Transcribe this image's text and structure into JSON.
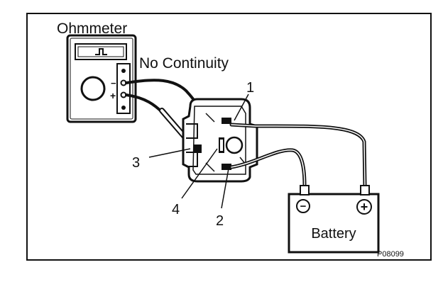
{
  "labels": {
    "ohmmeter": "Ohmmeter",
    "status": "No Continuity",
    "meter_minus": "−",
    "meter_plus": "+",
    "terminal_1": "1",
    "terminal_2": "2",
    "terminal_3": "3",
    "terminal_4": "4",
    "battery": "Battery",
    "battery_minus": "−",
    "battery_plus": "+",
    "figure_code": "P08099"
  },
  "icons": {
    "ohmmeter": "ohmmeter-icon",
    "relay": "relay-icon",
    "battery": "battery-icon"
  },
  "colors": {
    "ink": "#111111",
    "background": "#ffffff"
  }
}
